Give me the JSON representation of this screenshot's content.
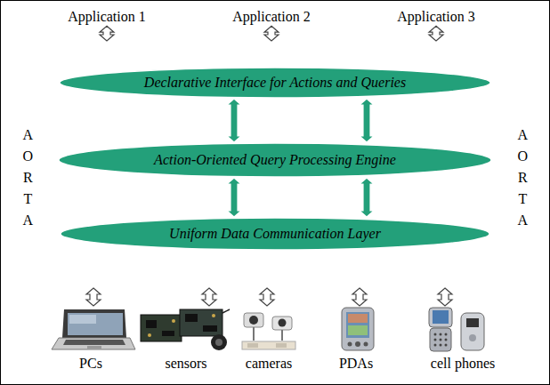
{
  "diagram": {
    "nodes": [
      {
        "text": [
          "Application 1"
        ]
      },
      {
        "text": [
          "Application 2"
        ]
      },
      {
        "text": [
          "Application 3"
        ]
      },
      {
        "text": [
          "AORTA",
          "AORTA"
        ]
      },
      {
        "text": [
          "Declarative Interface for Actions and Queries"
        ],
        "in": 3
      },
      {
        "text": [
          "Action-Oriented Query Processing Engine"
        ],
        "in": 3
      },
      {
        "text": [
          "Uniform Data Communication Layer"
        ],
        "in": 3
      },
      {
        "text": [
          "PCs"
        ]
      },
      {
        "text": [
          "sensors"
        ]
      },
      {
        "text": [
          "cameras"
        ]
      },
      {
        "text": [
          "PDAs"
        ]
      },
      {
        "text": [
          "cell phones"
        ]
      }
    ],
    "edges": [
      {
        "from": 0,
        "to": 3,
        "arrow": "both"
      },
      {
        "from": 1,
        "to": 3,
        "arrow": "both"
      },
      {
        "from": 2,
        "to": 3,
        "arrow": "both"
      },
      {
        "from": 4,
        "to": 5,
        "arrow": "both"
      },
      {
        "from": 4,
        "to": 5,
        "arrow": "both"
      },
      {
        "from": 5,
        "to": 6,
        "arrow": "both"
      },
      {
        "from": 5,
        "to": 6,
        "arrow": "both"
      },
      {
        "from": 3,
        "to": 7,
        "arrow": "both"
      },
      {
        "from": 3,
        "to": 8,
        "arrow": "both"
      },
      {
        "from": 3,
        "to": 9,
        "arrow": "both"
      },
      {
        "from": 3,
        "to": 10,
        "arrow": "both"
      },
      {
        "from": 3,
        "to": 11,
        "arrow": "both"
      }
    ]
  }
}
